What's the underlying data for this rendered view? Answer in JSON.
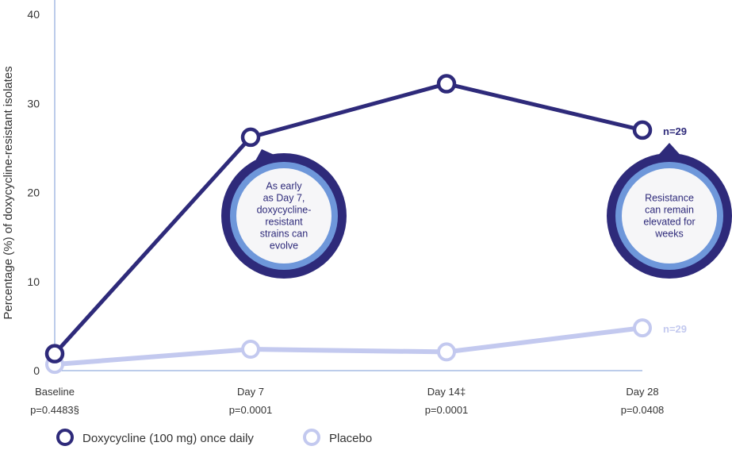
{
  "chart_data": {
    "type": "line",
    "title": "",
    "xlabel": "",
    "ylabel": "Percentage (%) of doxycycline-resistant isolates",
    "ylim": [
      0,
      40
    ],
    "yticks": [
      "0",
      "10",
      "20",
      "30",
      "40"
    ],
    "yticks_values": [
      0,
      10,
      20,
      30,
      40
    ],
    "grid": false,
    "categories": [
      "Baseline",
      "Day 7",
      "Day 14‡",
      "Day 28"
    ],
    "p_values": [
      "p=0.4483§",
      "p=0.0001",
      "p=0.0001",
      "p=0.0408"
    ],
    "series": [
      {
        "name": "Doxycycline (100 mg) once daily",
        "color": "#2e2a7a",
        "values": [
          1.9,
          26.2,
          32.2,
          27.0
        ],
        "end_label": "n=29"
      },
      {
        "name": "Placebo",
        "color": "#c3c9ef",
        "values": [
          0.7,
          2.4,
          2.1,
          4.8
        ],
        "end_label": "n=29"
      }
    ],
    "legend": "bottom-left",
    "annotations": [
      {
        "text": "As early as Day 7, doxycycline-resistant strains can evolve",
        "category": "Day 7"
      },
      {
        "text": "Resistance can remain elevated for weeks",
        "category": "Day 28"
      }
    ]
  }
}
